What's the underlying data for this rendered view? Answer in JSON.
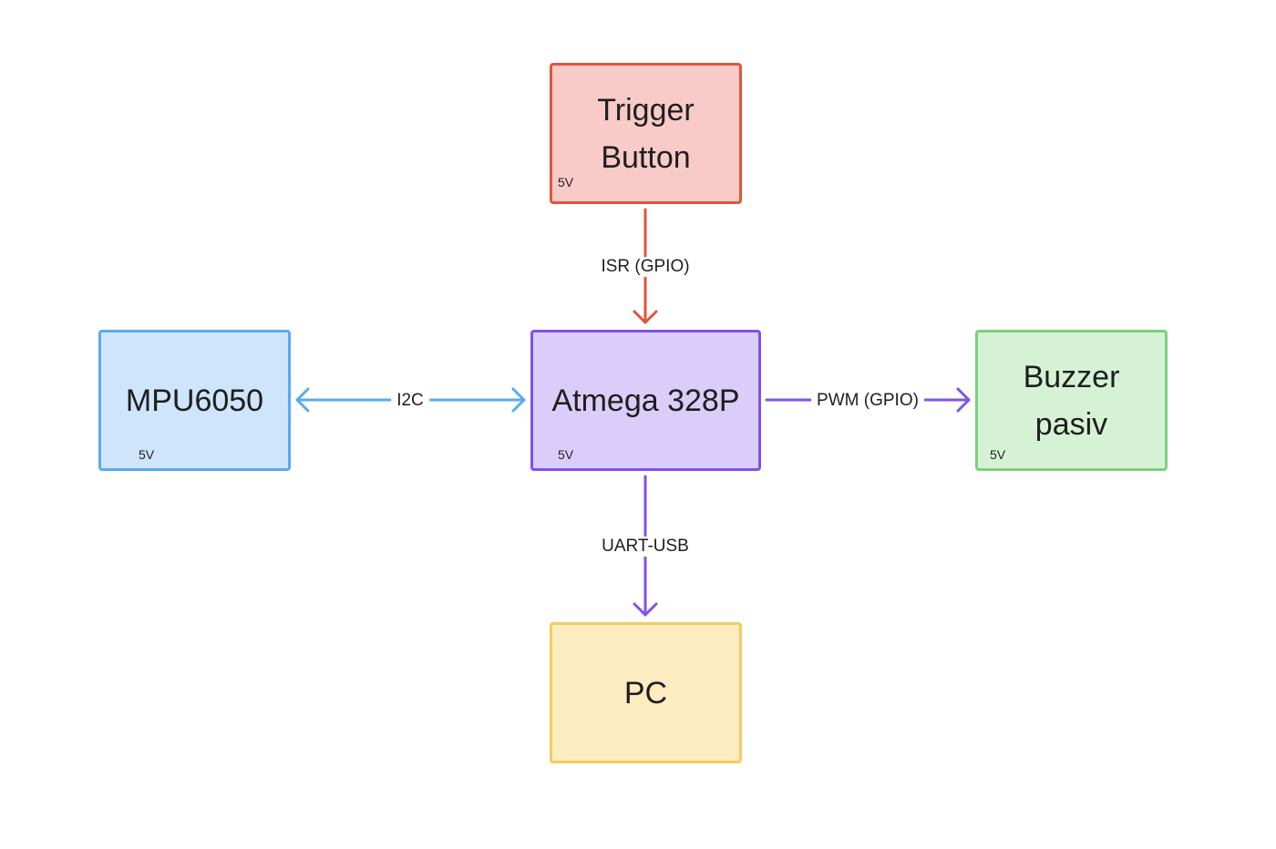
{
  "nodes": {
    "trigger": {
      "label": "Trigger\nButton",
      "voltage": "5V"
    },
    "mpu": {
      "label": "MPU6050",
      "voltage": "5V"
    },
    "mcu": {
      "label": "Atmega 328P",
      "voltage": "5V"
    },
    "buzzer": {
      "label": "Buzzer\npasiv",
      "voltage": "5V"
    },
    "pc": {
      "label": "PC"
    }
  },
  "edges": {
    "isr": {
      "label": "ISR (GPIO)",
      "color": "#e0553c"
    },
    "i2c": {
      "label": "I2C",
      "color": "#5aaaf2"
    },
    "pwm": {
      "label": "PWM (GPIO)",
      "color": "#8152e8"
    },
    "uart": {
      "label": "UART-USB",
      "color": "#8152e8"
    }
  }
}
